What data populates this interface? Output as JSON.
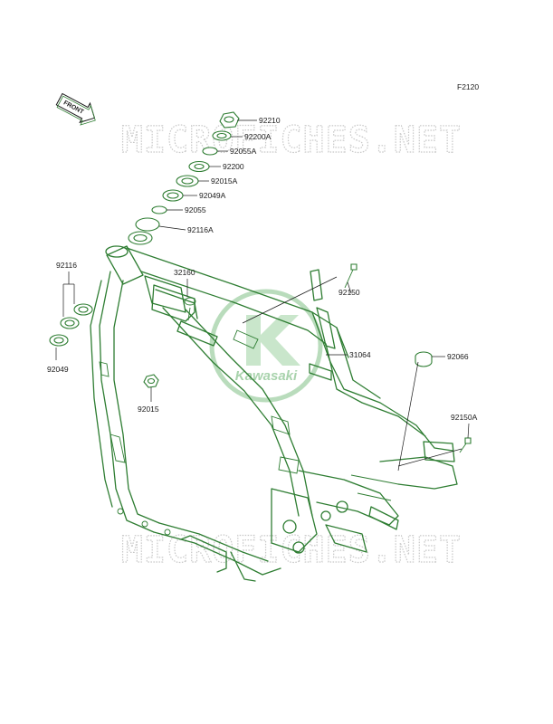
{
  "diagram": {
    "figure_code": "F2120",
    "front_label": "FRONT",
    "watermark_text": "MICROFICHES.NET",
    "logo_text": "Kawasaki",
    "line_color": "#2e7d32",
    "logo_color": "#b9dcbc",
    "watermark_color": "#c8c8c8",
    "part_labels": {
      "p92210": "92210",
      "p92200A": "92200A",
      "p92055A": "92055A",
      "p92200": "92200",
      "p92015A": "92015A",
      "p92049A": "92049A",
      "p92055": "92055",
      "p92116A": "92116A",
      "p92116": "92116",
      "p32160": "32160",
      "p92150": "92150",
      "p92049": "92049",
      "p31064": "31064",
      "p92066": "92066",
      "p92015": "92015",
      "p92150A": "92150A"
    }
  }
}
